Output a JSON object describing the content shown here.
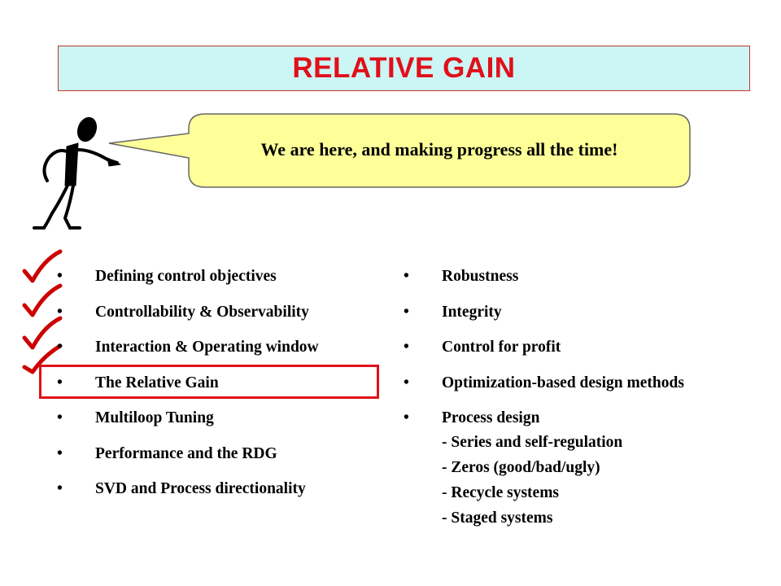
{
  "title": "RELATIVE GAIN",
  "speech": "We are here, and making progress all the time!",
  "colors": {
    "title_text": "#e0101a",
    "title_background": "#ccf5f5",
    "bubble_fill": "#ffff99",
    "highlight_border": "#e0101a",
    "checkmarks": "#cc0000"
  },
  "icons": {
    "figure": "pointing-stick-figure",
    "check": "checkmark",
    "check_count": 4
  },
  "left_topics": [
    {
      "bullet": "•",
      "label": "Defining control objectives"
    },
    {
      "bullet": "•",
      "label": "Controllability & Observability"
    },
    {
      "bullet": "•",
      "label": "Interaction & Operating window"
    },
    {
      "bullet": "•",
      "label": "The Relative Gain"
    },
    {
      "bullet": "•",
      "label": "Multiloop Tuning"
    },
    {
      "bullet": "•",
      "label": "Performance and the RDG"
    },
    {
      "bullet": "•",
      "label": "SVD and Process directionality"
    }
  ],
  "right_topics": [
    {
      "bullet": "•",
      "label": "Robustness"
    },
    {
      "bullet": "•",
      "label": "Integrity"
    },
    {
      "bullet": "•",
      "label": "Control for profit"
    },
    {
      "bullet": "•",
      "label": "Optimization-based design methods"
    },
    {
      "bullet": "•",
      "label": "Process design",
      "subitems": [
        "- Series and self-regulation",
        "- Zeros (good/bad/ugly)",
        "- Recycle systems",
        "- Staged systems"
      ]
    }
  ]
}
